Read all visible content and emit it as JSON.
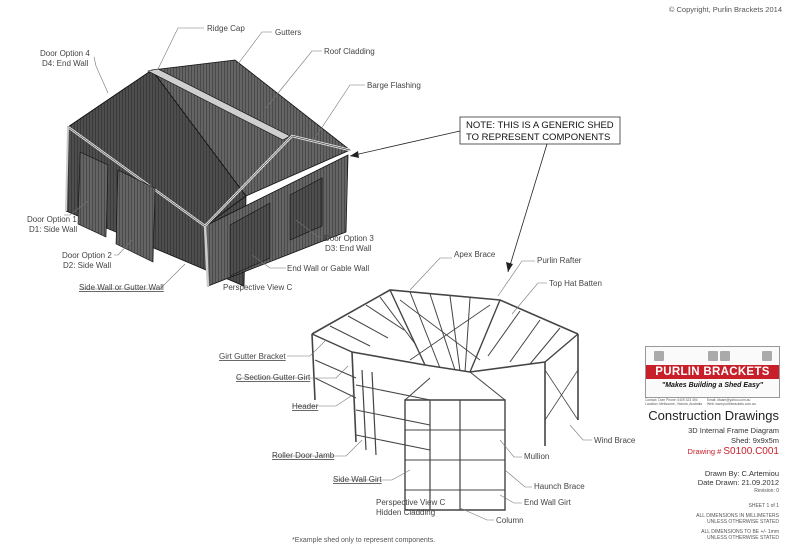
{
  "copyright": "© Copyright, Purlin Brackets 2014",
  "note": {
    "line1": "NOTE: THIS IS A GENERIC SHED",
    "line2": "TO REPRESENT COMPONENTS"
  },
  "shed_labels": {
    "ridge_cap": "Ridge Cap",
    "gutters": "Gutters",
    "roof_cladding": "Roof Cladding",
    "barge_flashing": "Barge Flashing",
    "door_option_4": "Door Option 4",
    "door_option_4_sub": "D4: End Wall",
    "door_option_1": "Door Option 1",
    "door_option_1_sub": "D1: Side Wall",
    "door_option_2": "Door Option 2",
    "door_option_2_sub": "D2: Side Wall",
    "door_option_3": "Door Option 3",
    "door_option_3_sub": "D3: End Wall",
    "end_wall": "End Wall or Gable Wall",
    "side_wall": "Side Wall or Gutter Wall",
    "view_caption": "Perspective View C"
  },
  "frame_labels": {
    "apex_brace": "Apex Brace",
    "purlin_rafter": "Purlin Rafter",
    "top_hat_batten": "Top Hat Batten",
    "girt_gutter_bracket": "Girt Gutter Bracket",
    "c_section_gutter_girt": "C Section Gutter Girt",
    "header": "Header",
    "roller_door_jamb": "Roller Door Jamb",
    "side_wall_girt": "Side Wall Girt",
    "view_caption_1": "Perspective View C",
    "view_caption_2": "Hidden Cladding",
    "wind_brace": "Wind Brace",
    "mullion": "Mullion",
    "haunch_brace": "Haunch Brace",
    "end_wall_girt": "End Wall Girt",
    "column": "Column"
  },
  "footnote": "*Example shed only to represent components.",
  "title_block": {
    "logo_title": "PURLIN BRACKETS",
    "logo_tagline": "\"Makes Building a Shed Easy\"",
    "contact_left": "Contact: Dom        Phone: 0409 323 494\nLocation: Melbourne, Victoria, Australia",
    "contact_right": "Email: dfoam@yahoo.com.au\nWeb: www.purlinbrackets.com.au",
    "heading": "Construction Drawings",
    "subtitle": "3D Internal Frame Diagram",
    "size": "Shed: 9x9x5m",
    "drawing_label": "Drawing #",
    "drawing_number": "S0100.C001",
    "drawn_by": "Drawn By: C.Artemiou",
    "date_drawn": "Date Drawn: 21.09.2012",
    "revision": "Revision: 0",
    "sheet": "SHEET 1 of 1",
    "dims_1": "ALL DIMENSIONS IN MILLIMETERS\nUNLESS OTHERWISE STATED",
    "dims_2": "ALL DIMENSIONS TO BE +/- 1mm\nUNLESS OTHERWISE STATED"
  },
  "colors": {
    "brand_red": "#c8202a",
    "roof_dark": "#2a2a2a",
    "leader_gray": "#777777"
  }
}
